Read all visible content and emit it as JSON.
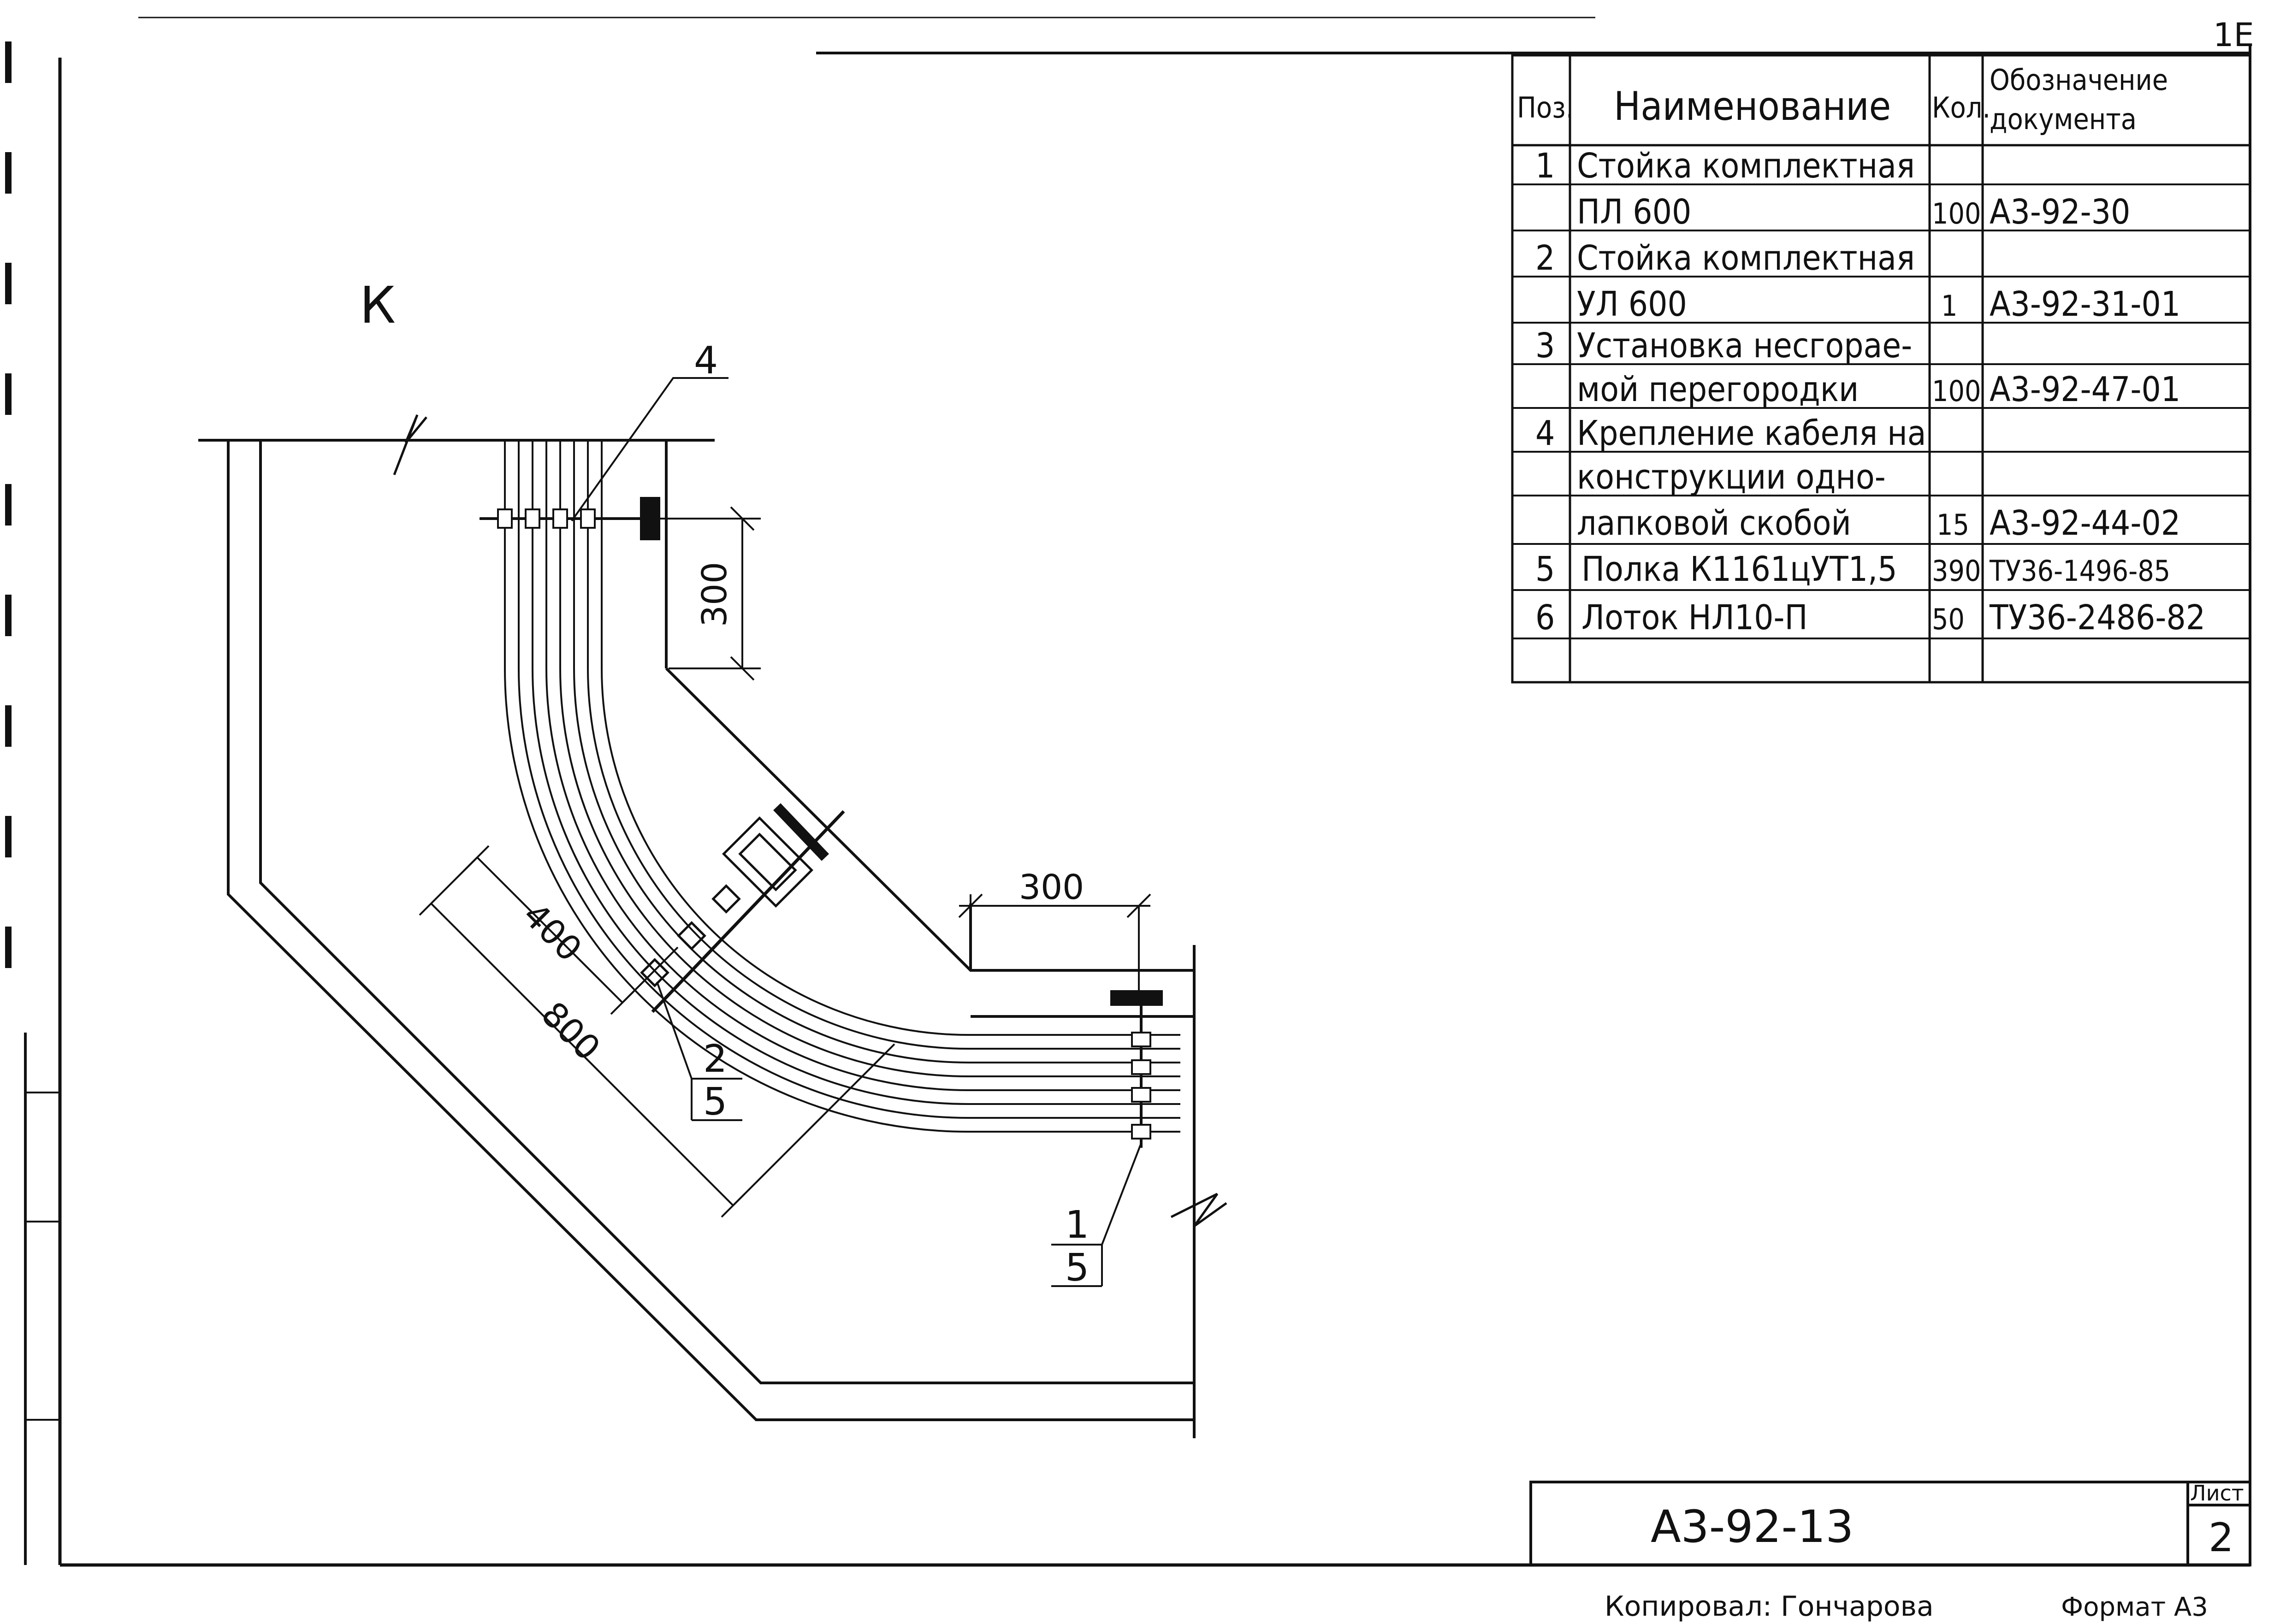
{
  "view_label": "К",
  "table": {
    "headers": {
      "pos": "Поз.",
      "name": "Наименование",
      "qty": "Кол.",
      "doc_1": "Обозначение",
      "doc_2": "документа"
    },
    "rows": [
      {
        "pos": "1",
        "name": "Стойка комплектная",
        "qty": "",
        "doc": ""
      },
      {
        "pos": "",
        "name": "ПЛ 600",
        "qty": "100",
        "doc": "А3-92-30"
      },
      {
        "pos": "2",
        "name": "Стойка комплектная",
        "qty": "",
        "doc": ""
      },
      {
        "pos": "",
        "name": "УЛ 600",
        "qty": "1",
        "doc": "А3-92-31-01"
      },
      {
        "pos": "3",
        "name": "Установка несгорае-",
        "qty": "",
        "doc": ""
      },
      {
        "pos": "",
        "name": "мой перегородки",
        "qty": "100",
        "doc": "А3-92-47-01"
      },
      {
        "pos": "4",
        "name": "Крепление кабеля на",
        "qty": "",
        "doc": ""
      },
      {
        "pos": "",
        "name": "конструкции одно-",
        "qty": "",
        "doc": ""
      },
      {
        "pos": "",
        "name": "лапковой скобой",
        "qty": "15",
        "doc": "А3-92-44-02"
      },
      {
        "pos": "5",
        "name": "Полка К1161цУТ1,5",
        "qty": "390",
        "doc": "ТУ36-1496-85"
      },
      {
        "pos": "6",
        "name": "Лоток НЛ10-П",
        "qty": "50",
        "doc": "ТУ36-2486-82"
      },
      {
        "pos": "",
        "name": "",
        "qty": "",
        "doc": ""
      }
    ]
  },
  "dimensions": {
    "vertical_300": "300",
    "horizontal_300": "300",
    "diag_400": "400",
    "diag_800": "800"
  },
  "callouts": {
    "c4": "4",
    "c2_pos": "2",
    "c2_ref": "5",
    "c1_pos": "1",
    "c1_ref": "5"
  },
  "title_block": {
    "doc_number": "А3-92-13",
    "sheet_label": "Лист",
    "sheet_number": "2"
  },
  "footer": {
    "text_left": "Копировал: Гончарова",
    "text_right": "Формат А3"
  },
  "corner_mark": "1Е"
}
